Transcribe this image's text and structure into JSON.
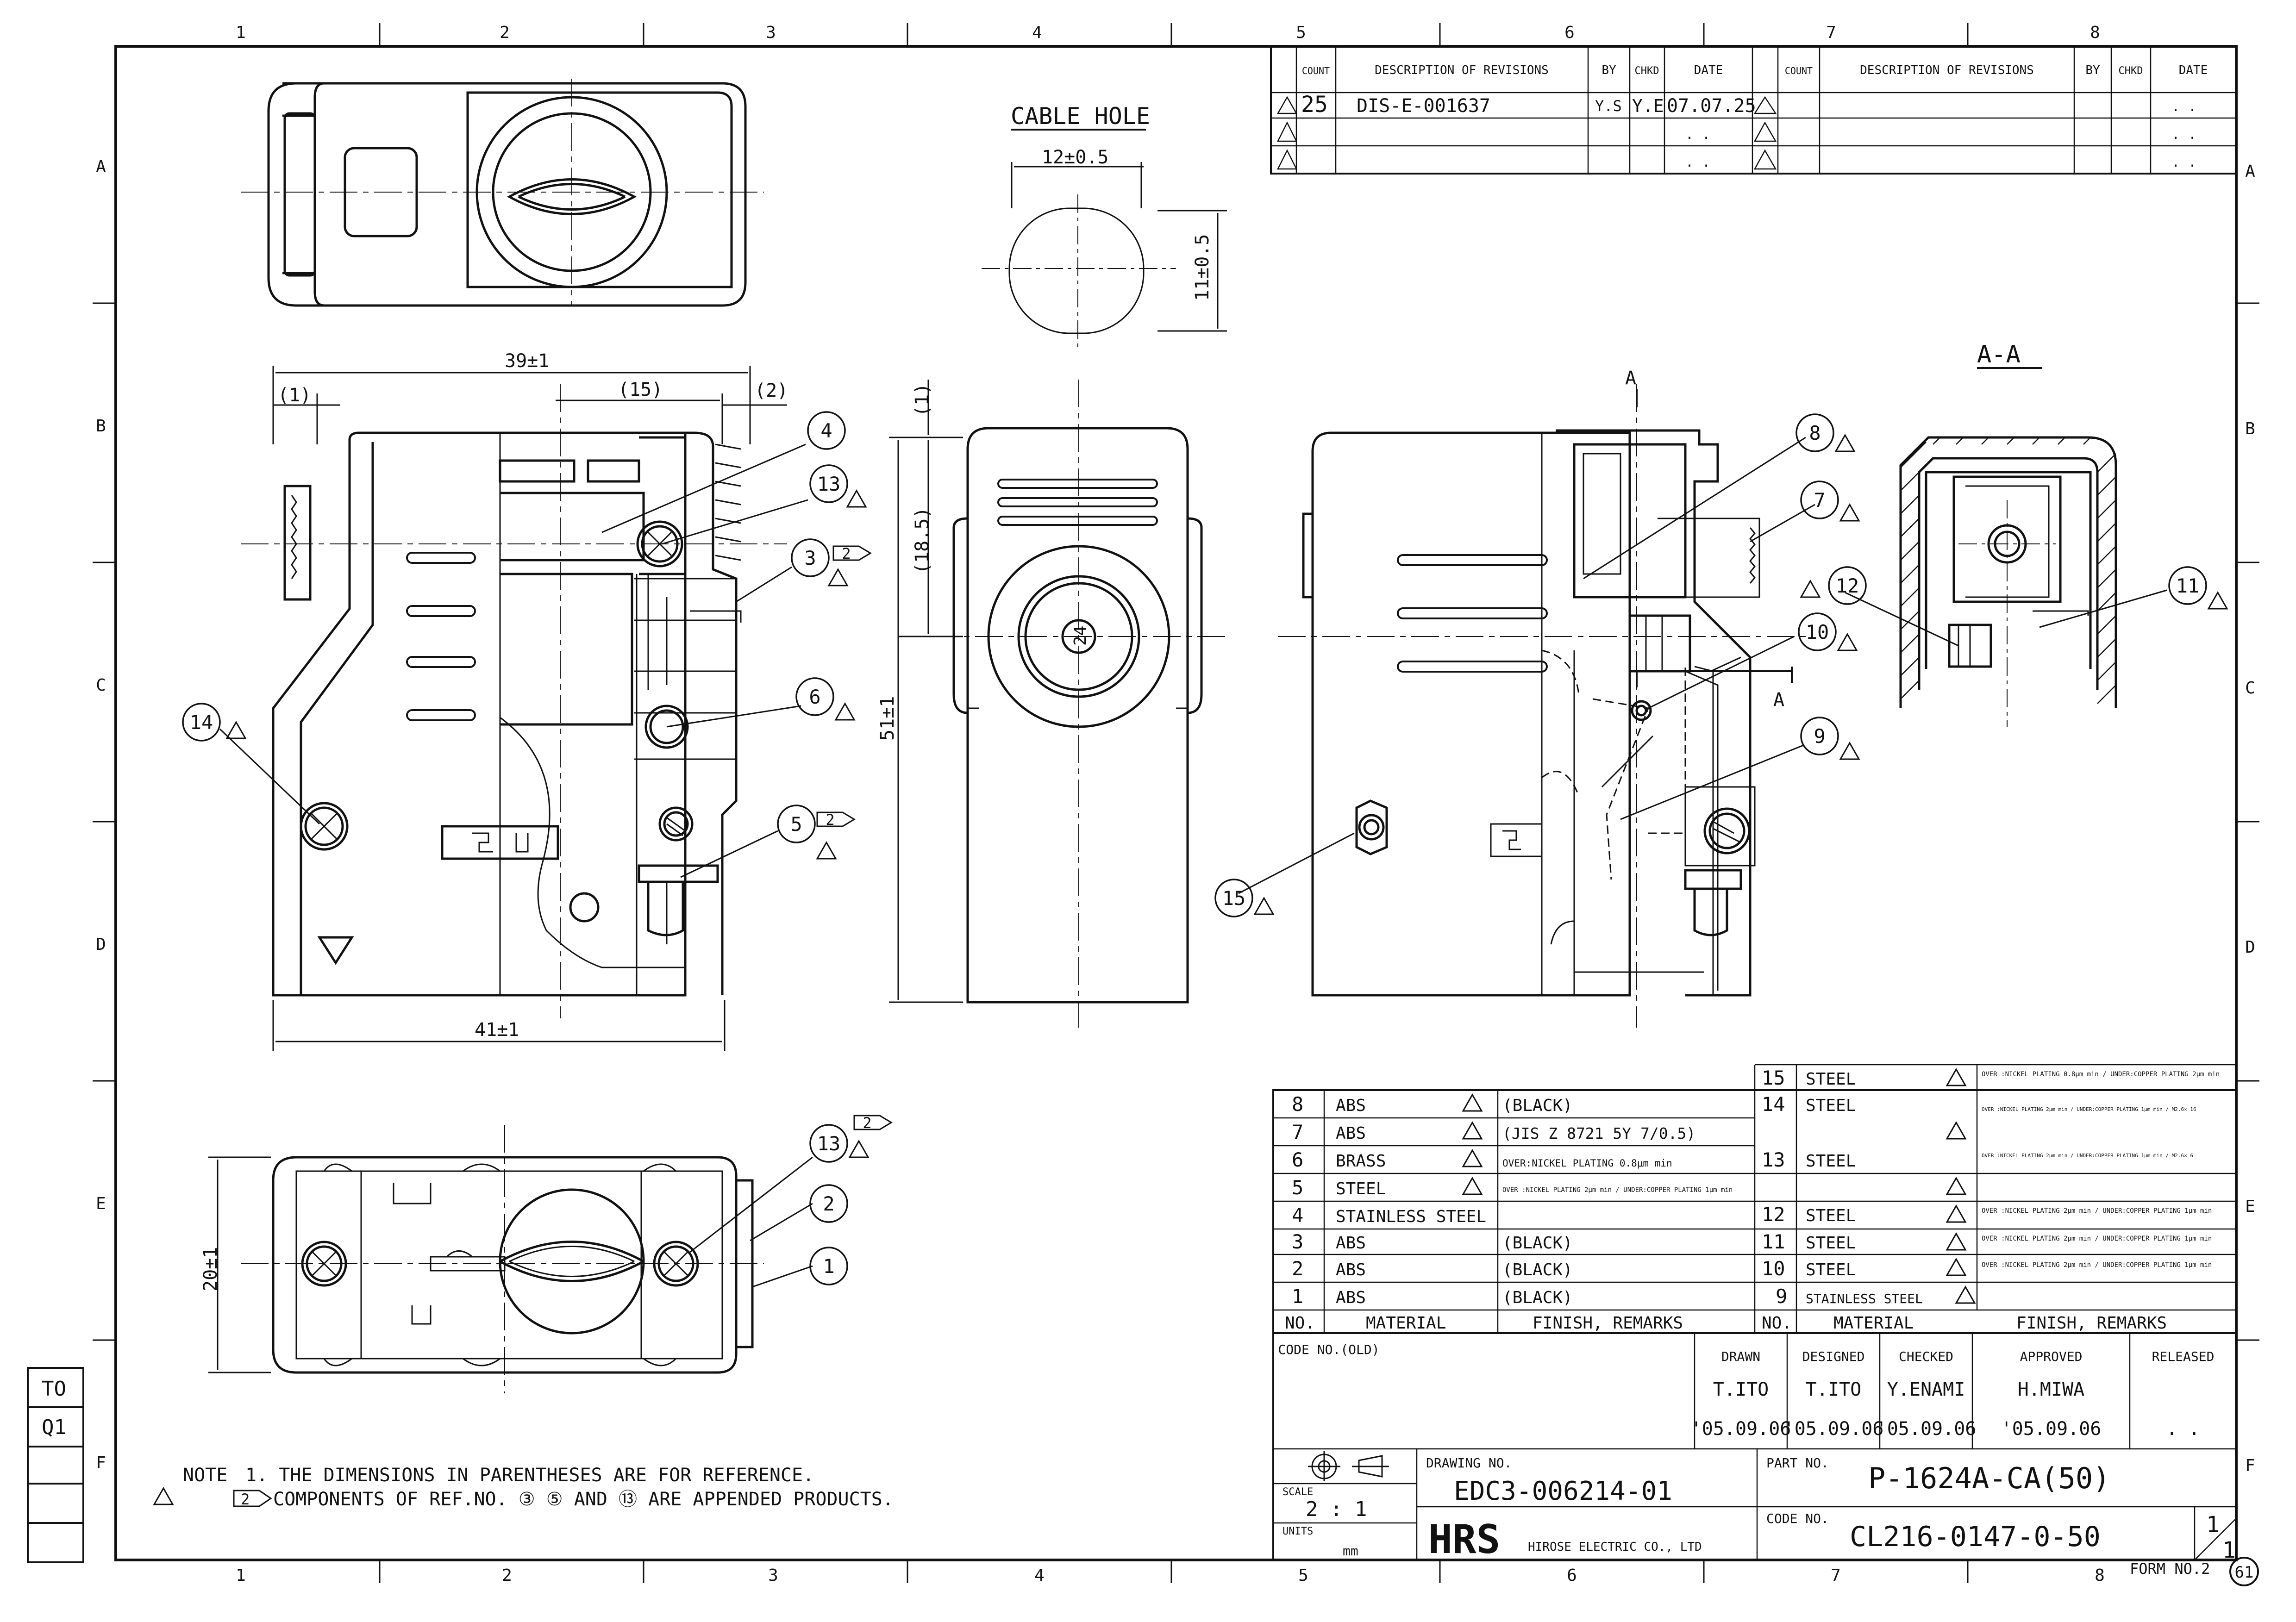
{
  "frame": {
    "columns": [
      "1",
      "2",
      "3",
      "4",
      "5",
      "6",
      "7",
      "8"
    ],
    "rows": [
      "A",
      "B",
      "C",
      "D",
      "E",
      "F"
    ]
  },
  "revisions": {
    "headers": {
      "count": "COUNT",
      "description": "DESCRIPTION OF REVISIONS",
      "by": "BY",
      "chkd": "CHKD",
      "date": "DATE"
    },
    "left_rows": [
      {
        "count": "25",
        "description": "DIS-E-001637",
        "by": "Y.S",
        "chkd": "Y.E",
        "date": "07.07.25"
      },
      {
        "count": "",
        "description": "",
        "by": "",
        "chkd": "",
        "date": ". ."
      },
      {
        "count": "",
        "description": "",
        "by": "",
        "chkd": "",
        "date": ". ."
      }
    ],
    "right_rows": [
      {
        "date": ". ."
      },
      {
        "date": ". ."
      },
      {
        "date": ". ."
      }
    ]
  },
  "views": {
    "cable_hole_title": "CABLE HOLE",
    "section_title": "A-A",
    "section_marker": "A"
  },
  "dimensions": {
    "hole_width": "12±0.5",
    "hole_height": "11±0.5",
    "overall_length": "39±1",
    "ref_15": "(15)",
    "ref_1": "(1)",
    "ref_2": "(2)",
    "bottom_width": "41±1",
    "ref_18_5": "(18.5)",
    "height_51": "51±1",
    "dia_24": "24",
    "width_20": "20±1"
  },
  "balloons": [
    "1",
    "2",
    "3",
    "4",
    "5",
    "6",
    "7",
    "8",
    "9",
    "10",
    "11",
    "12",
    "13",
    "14",
    "15"
  ],
  "appended_flag": "2",
  "bom": {
    "headers": {
      "no": "NO.",
      "material": "MATERIAL",
      "finish": "FINISH, REMARKS"
    },
    "left": [
      {
        "no": "8",
        "material": "ABS",
        "finish": "(BLACK)"
      },
      {
        "no": "7",
        "material": "ABS",
        "finish": "(JIS Z 8721 5Y 7/0.5)"
      },
      {
        "no": "6",
        "material": "BRASS",
        "finish": "OVER:NICKEL PLATING 0.8μm min"
      },
      {
        "no": "5",
        "material": "STEEL",
        "finish": "OVER :NICKEL PLATING 2μm min / UNDER:COPPER PLATING 1μm min"
      },
      {
        "no": "4",
        "material": "STAINLESS STEEL",
        "finish": ""
      },
      {
        "no": "3",
        "material": "ABS",
        "finish": "(BLACK)"
      },
      {
        "no": "2",
        "material": "ABS",
        "finish": "(BLACK)"
      },
      {
        "no": "1",
        "material": "ABS",
        "finish": "(BLACK)"
      }
    ],
    "right": [
      {
        "no": "15",
        "material": "STEEL",
        "finish": "OVER :NICKEL PLATING 0.8μm min / UNDER:COPPER PLATING 2μm min"
      },
      {
        "no": "14",
        "material": "STEEL",
        "finish": "OVER :NICKEL PLATING 2μm min / UNDER:COPPER PLATING 1μm min / M2.6× 16"
      },
      {
        "no": "13",
        "material": "STEEL",
        "finish": "OVER :NICKEL PLATING 2μm min / UNDER:COPPER PLATING 1μm min / M2.6× 6"
      },
      {
        "no": "12",
        "material": "STEEL",
        "finish": "OVER :NICKEL PLATING 2μm min / UNDER:COPPER PLATING 1μm min"
      },
      {
        "no": "11",
        "material": "STEEL",
        "finish": "OVER :NICKEL PLATING 2μm min / UNDER:COPPER PLATING 1μm min"
      },
      {
        "no": "10",
        "material": "STEEL",
        "finish": "OVER :NICKEL PLATING 2μm min / UNDER:COPPER PLATING 1μm min"
      },
      {
        "no": "9",
        "material": "STAINLESS STEEL",
        "finish": ""
      }
    ]
  },
  "title_block": {
    "code_no_old_label": "CODE NO.(OLD)",
    "drawn_label": "DRAWN",
    "drawn_by": "T.ITO",
    "drawn_date": "'05.09.06",
    "designed_label": "DESIGNED",
    "designed_by": "T.ITO",
    "designed_date": "'05.09.06",
    "checked_label": "CHECKED",
    "checked_by": "Y.ENAMI",
    "checked_date": "'05.09.06",
    "approved_label": "APPROVED",
    "approved_by": "H.MIWA",
    "approved_date": "'05.09.06",
    "released_label": "RELEASED",
    "released_date": ". .",
    "drawing_no_label": "DRAWING NO.",
    "drawing_no": "EDC3-006214-01",
    "part_no_label": "PART NO.",
    "part_no": "P-1624A-CA(50)",
    "code_no_label": "CODE NO.",
    "code_no": "CL216-0147-0-50",
    "scale_label": "SCALE",
    "scale": "2 : 1",
    "units_label": "UNITS",
    "units": "mm",
    "company_logo": "HRS",
    "company": "HIROSE ELECTRIC CO., LTD",
    "sheet_num": "1",
    "sheet_den": "1",
    "form_no": "FORM NO.2",
    "corner_mark": "61"
  },
  "side_box": {
    "to": "TO",
    "q1": "Q1"
  },
  "notes": {
    "label": "NOTE",
    "line1": "1. THE DIMENSIONS IN PARENTHESES ARE FOR REFERENCE.",
    "line2": "COMPONENTS OF REF.NO. ③ ⑤ AND ⑬ ARE APPENDED PRODUCTS."
  }
}
